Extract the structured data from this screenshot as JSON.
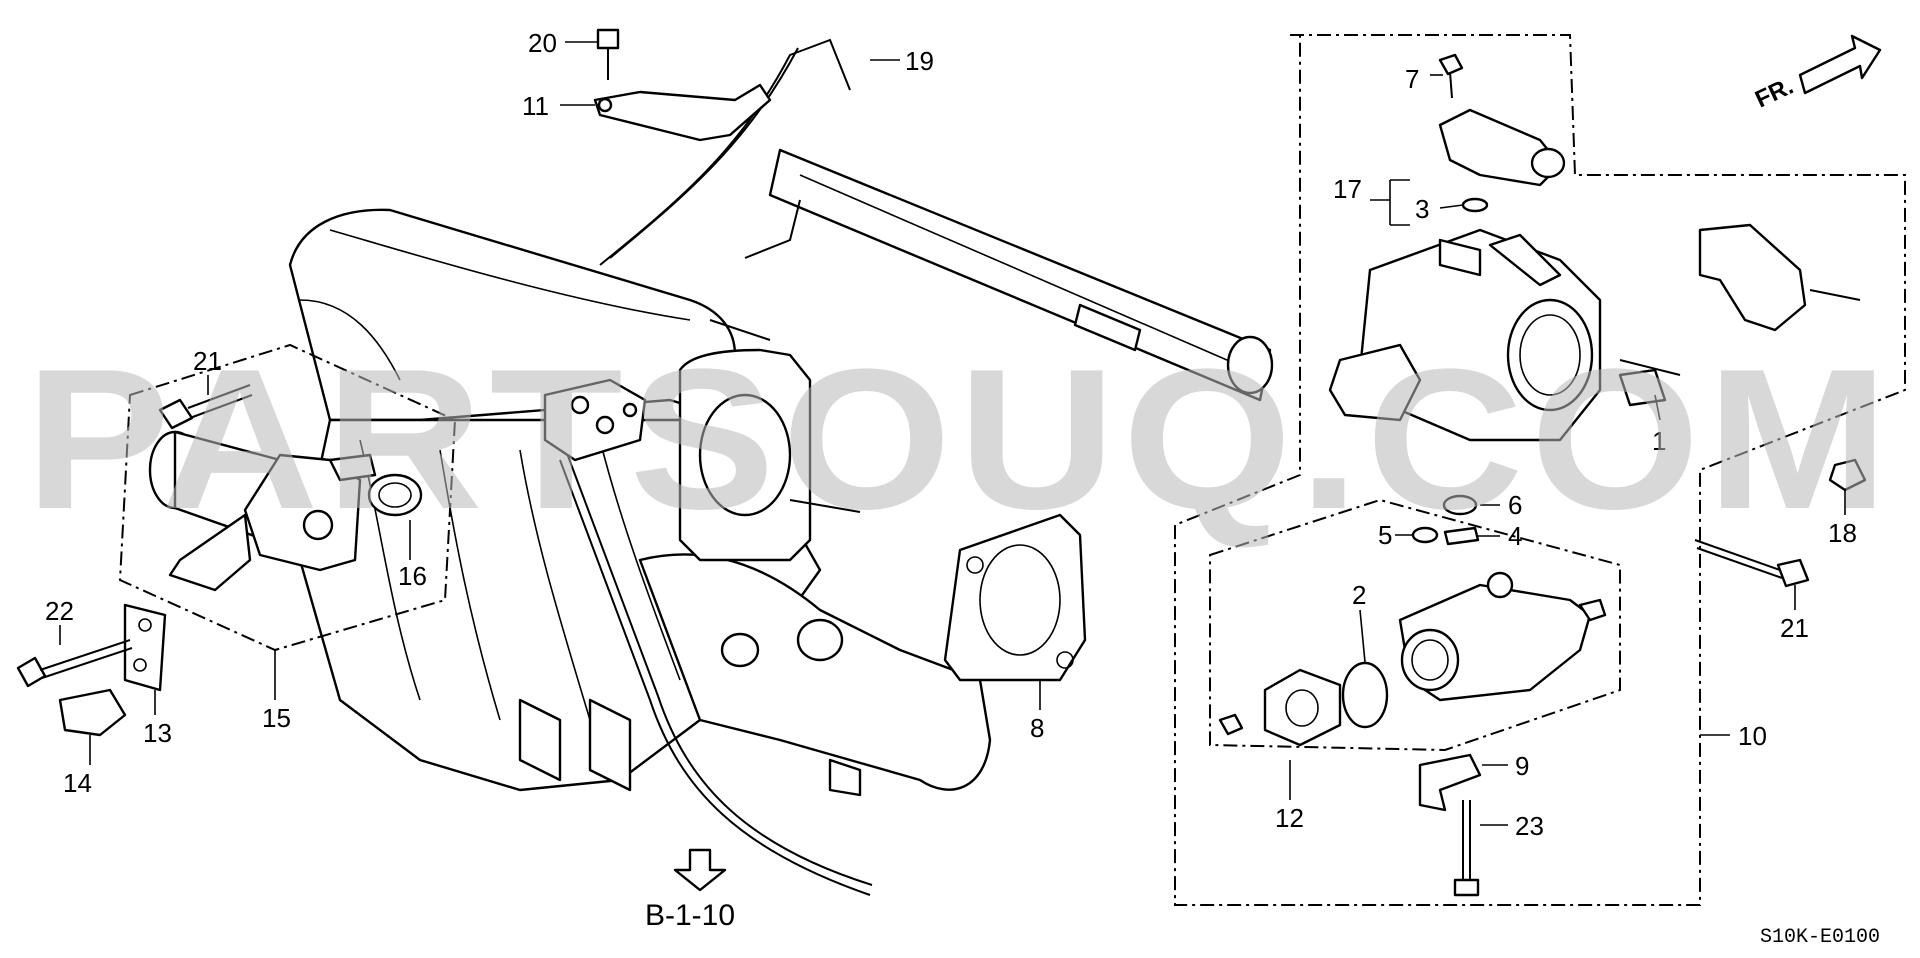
{
  "watermark": "PARTSOUQ.COM",
  "front_indicator": "FR.",
  "diagram_code": "S10K-E0100",
  "reference": "B-1-10",
  "part_numbers": {
    "p1": "1",
    "p2": "2",
    "p3": "3",
    "p4": "4",
    "p5": "5",
    "p6": "6",
    "p7": "7",
    "p8": "8",
    "p9": "9",
    "p10": "10",
    "p11": "11",
    "p12": "12",
    "p13": "13",
    "p14": "14",
    "p15": "15",
    "p16": "16",
    "p17": "17",
    "p18": "18",
    "p19": "19",
    "p20": "20",
    "p21a": "21",
    "p21b": "21",
    "p22": "22",
    "p23": "23"
  }
}
